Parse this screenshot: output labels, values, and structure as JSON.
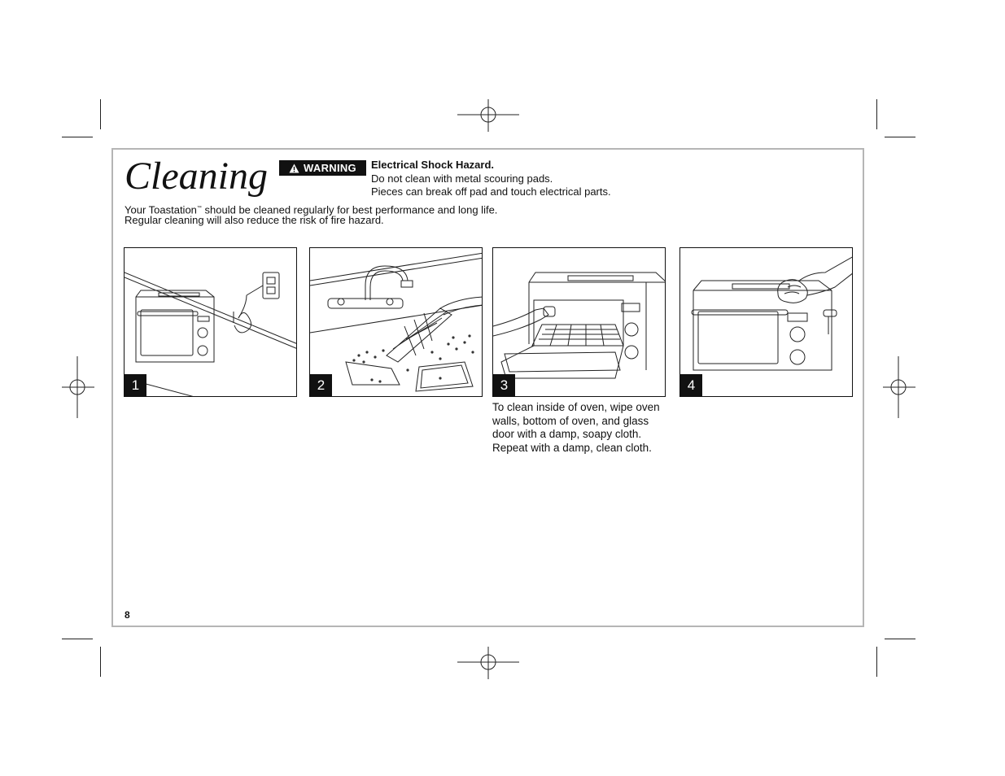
{
  "page": {
    "title": "Cleaning",
    "page_number": "8"
  },
  "warning": {
    "badge_label": "WARNING",
    "heading": "Electrical Shock Hazard.",
    "lines": [
      "Do not clean with metal scouring pads.",
      "Pieces can break off pad and touch electrical parts."
    ]
  },
  "intro": {
    "line1_before_tm": "Your Toastation",
    "trademark": "™",
    "line1_after_tm": " should be cleaned regularly for best performance and long life.",
    "line2": "Regular cleaning will also reduce the risk of fire hazard."
  },
  "steps": [
    {
      "number": "1"
    },
    {
      "number": "2"
    },
    {
      "number": "3",
      "caption": "To clean inside of oven, wipe oven walls, bottom of oven, and glass door with a damp, soapy cloth. Repeat with a damp, clean cloth."
    },
    {
      "number": "4"
    }
  ],
  "icons": {
    "warning_symbol": "warning-triangle-icon",
    "registration_mark": "crosshair-icon"
  },
  "colors": {
    "ink": "#111111",
    "frame": "#b5b5b5"
  }
}
